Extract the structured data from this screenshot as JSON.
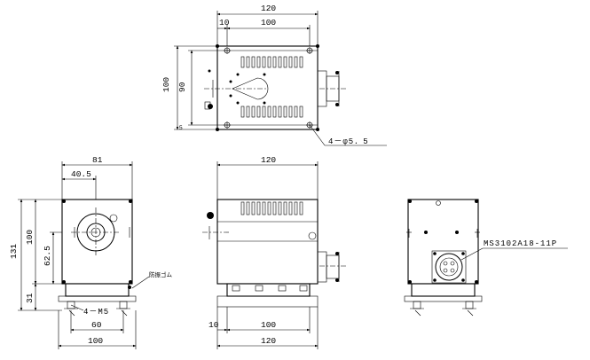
{
  "top_view": {
    "dims": {
      "width": "120",
      "left_offset": "10",
      "pitch": "100",
      "height": "100",
      "inner_height": "90",
      "margin": "5"
    },
    "hole_callout": "4－φ5．5"
  },
  "front_view": {
    "dims": {
      "width": "81",
      "center_offset": "40.5",
      "total_height": "131",
      "body_height": "100",
      "axis_height": "62.5",
      "base_height": "31",
      "foot_pitch": "60",
      "base_width": "100"
    },
    "callout_mount": "4－M5",
    "callout_part": "防振ゴム"
  },
  "side_view": {
    "dims": {
      "width": "120",
      "offset": "10",
      "pitch": "100",
      "base_width": "120"
    }
  },
  "rear_view": {
    "connector_label": "MS3102A18-11P"
  }
}
